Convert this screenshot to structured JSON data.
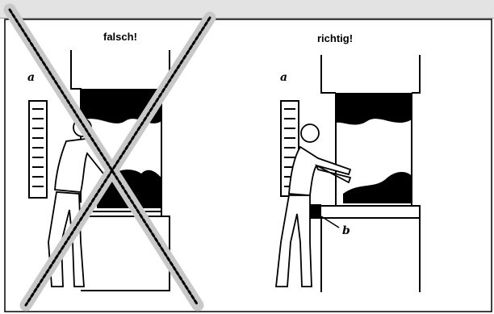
{
  "panels": {
    "left": {
      "label": "falsch!",
      "marker_a": "a"
    },
    "right": {
      "label": "richtig!",
      "marker_a": "a",
      "marker_b": "b"
    }
  },
  "colors": {
    "cross": "#c8c8c8",
    "ink": "#000000",
    "background": "#ffffff"
  }
}
